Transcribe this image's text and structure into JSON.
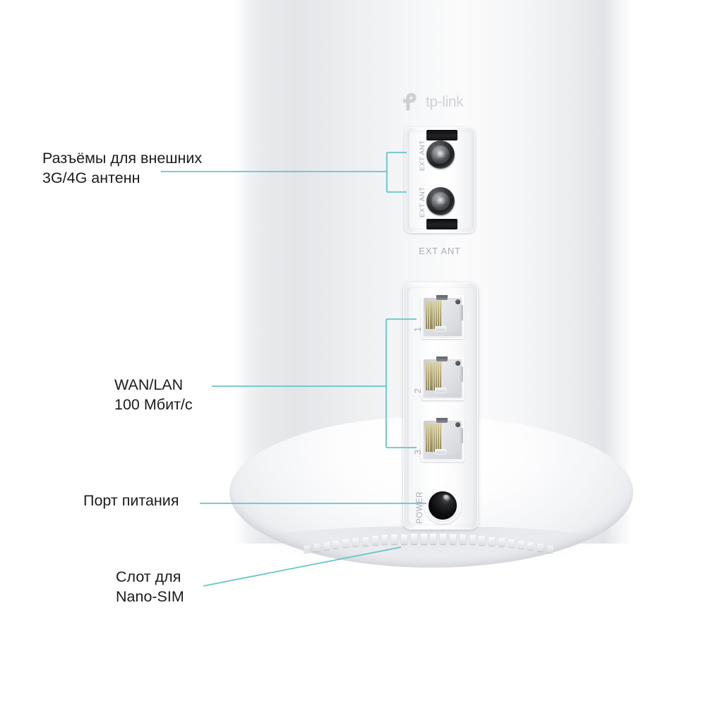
{
  "image": {
    "subject": "TP-Link cylindrical mesh router - rear ports view",
    "background_color": "#ffffff",
    "accent_color": "#66c6ca",
    "label_color": "#1b1b1b",
    "device_text_color": "#a9adb4"
  },
  "brand": {
    "name": "tp-link",
    "logo_icon": "tp-link-logo-icon"
  },
  "callouts": [
    {
      "id": "ext-ant",
      "line1": "Разъёмы для внешних",
      "line2": "3G/4G антенн",
      "text": "Разъёмы для внешних\n3G/4G антенн"
    },
    {
      "id": "wan-lan",
      "line1": "WAN/LAN",
      "line2": "100 Мбит/с",
      "text": "WAN/LAN\n100 Мбит/с"
    },
    {
      "id": "power-port",
      "line1": "Порт питания",
      "line2": "",
      "text": "Порт питания"
    },
    {
      "id": "nano-sim",
      "line1": "Слот для",
      "line2": "Nano-SIM",
      "text": "Слот для\nNano-SIM"
    }
  ],
  "device": {
    "antenna_panel": {
      "caption": "EXT ANT",
      "connector_labels": [
        "EXT ANT",
        "EXT ANT"
      ],
      "connector_count": 2,
      "slot_count": 2
    },
    "port_panel": {
      "port_numbers": [
        "1",
        "2",
        "3"
      ],
      "port_count": 3,
      "port_type": "RJ45",
      "power_label": "POWER"
    }
  }
}
